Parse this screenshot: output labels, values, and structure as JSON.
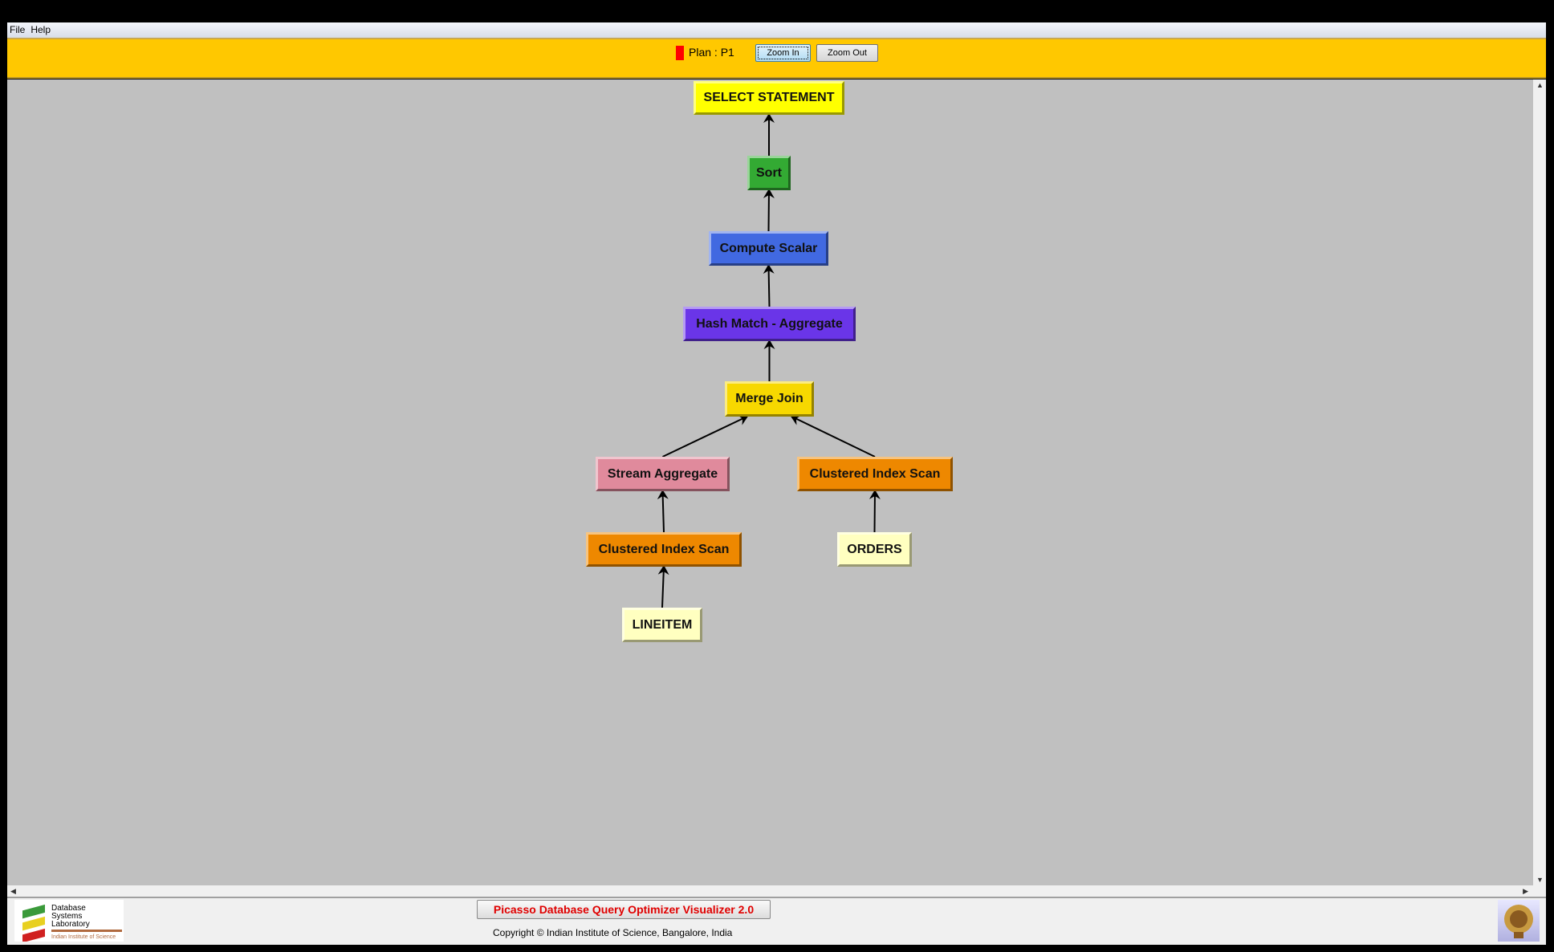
{
  "menu": {
    "file": "File",
    "help": "Help"
  },
  "toolbar": {
    "plan_label": "Plan : P1",
    "plan_color": "#ff0000",
    "zoom_in": "Zoom In",
    "zoom_out": "Zoom Out"
  },
  "plan_tree": {
    "nodes": [
      {
        "id": "select",
        "label": "SELECT STATEMENT",
        "color": "#ffff00"
      },
      {
        "id": "sort",
        "label": "Sort",
        "color": "#33aa33"
      },
      {
        "id": "compute",
        "label": "Compute Scalar",
        "color": "#4169e1"
      },
      {
        "id": "hash",
        "label": "Hash Match - Aggregate",
        "color": "#6a35e8"
      },
      {
        "id": "merge",
        "label": "Merge Join",
        "color": "#f7d800"
      },
      {
        "id": "stream",
        "label": "Stream Aggregate",
        "color": "#e08a9c"
      },
      {
        "id": "cis_right",
        "label": "Clustered Index Scan",
        "color": "#ee8800"
      },
      {
        "id": "cis_left",
        "label": "Clustered Index Scan",
        "color": "#ee8800"
      },
      {
        "id": "orders",
        "label": "ORDERS",
        "color": "#ffffc0"
      },
      {
        "id": "lineitem",
        "label": "LINEITEM",
        "color": "#ffffc0"
      }
    ],
    "edges": [
      [
        "sort",
        "select"
      ],
      [
        "compute",
        "sort"
      ],
      [
        "hash",
        "compute"
      ],
      [
        "merge",
        "hash"
      ],
      [
        "stream",
        "merge"
      ],
      [
        "cis_right",
        "merge"
      ],
      [
        "cis_left",
        "stream"
      ],
      [
        "orders",
        "cis_right"
      ],
      [
        "lineitem",
        "cis_left"
      ]
    ]
  },
  "footer": {
    "title": "Picasso Database Query Optimizer Visualizer 2.0",
    "copyright": "Copyright © Indian Institute of Science, Bangalore, India",
    "dsl_logo": "Database Systems Laboratory - Indian Institute of Science"
  }
}
